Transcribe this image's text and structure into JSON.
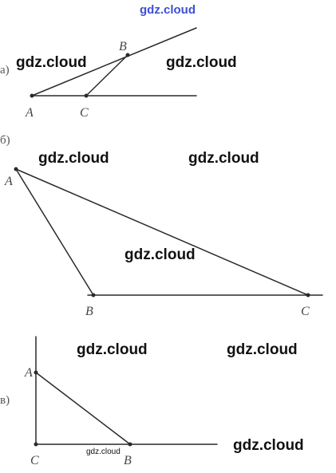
{
  "site_mark": "gdz.cloud",
  "parts": {
    "a": {
      "label": "а)",
      "points": {
        "A": "A",
        "B": "B",
        "C": "C"
      }
    },
    "b": {
      "label": "б)",
      "points": {
        "A": "A",
        "B": "B",
        "C": "C"
      }
    },
    "c": {
      "label": "в)",
      "points": {
        "A": "A",
        "B": "B",
        "C": "C"
      }
    }
  },
  "watermarks": [
    "gdz.cloud",
    "gdz.cloud",
    "gdz.cloud",
    "gdz.cloud",
    "gdz.cloud",
    "gdz.cloud",
    "gdz.cloud",
    "gdz.cloud",
    "gdz.cloud"
  ],
  "colors": {
    "line": "#2a2a2a",
    "label": "#444444",
    "site_mark": "#3d4fd6",
    "watermark": "#111111"
  }
}
